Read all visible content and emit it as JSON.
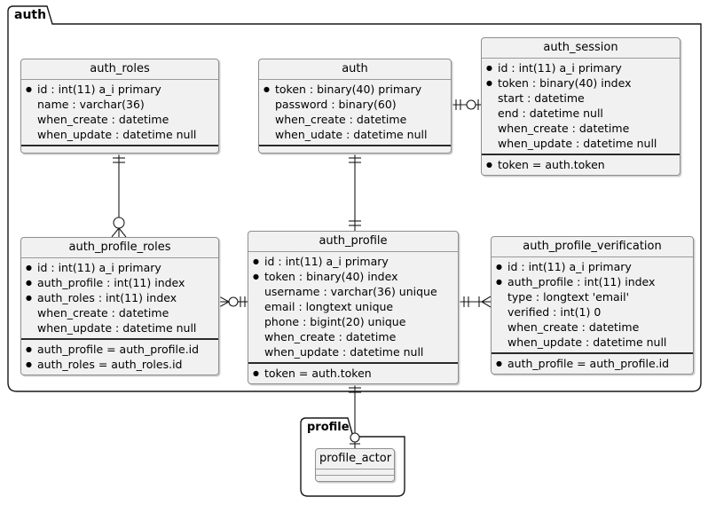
{
  "diagram": {
    "bg_color": "#FFFFFF",
    "table_fill": "#F1F1F1",
    "table_border": "#8E8E8E",
    "line_color": "#181818",
    "key_bullet_glyph": "●"
  },
  "frames": {
    "auth": {
      "label": "auth"
    },
    "profile": {
      "label": "profile"
    }
  },
  "tables": {
    "auth_roles": {
      "title": "auth_roles",
      "fields": [
        {
          "key": true,
          "text": "id : int(11) a_i primary"
        },
        {
          "key": false,
          "text": "name : varchar(36)"
        },
        {
          "key": false,
          "text": "when_create : datetime"
        },
        {
          "key": false,
          "text": "when_update : datetime null"
        }
      ],
      "constraints": []
    },
    "auth": {
      "title": "auth",
      "fields": [
        {
          "key": true,
          "text": "token : binary(40) primary"
        },
        {
          "key": false,
          "text": "password : binary(60)"
        },
        {
          "key": false,
          "text": "when_create : datetime"
        },
        {
          "key": false,
          "text": "when_udate : datetime null"
        }
      ],
      "constraints": []
    },
    "auth_session": {
      "title": "auth_session",
      "fields": [
        {
          "key": true,
          "text": "id : int(11) a_i primary"
        },
        {
          "key": true,
          "text": "token : binary(40) index"
        },
        {
          "key": false,
          "text": "start : datetime"
        },
        {
          "key": false,
          "text": "end : datetime null"
        },
        {
          "key": false,
          "text": "when_create : datetime"
        },
        {
          "key": false,
          "text": "when_update : datetime null"
        }
      ],
      "constraints": [
        {
          "key": true,
          "text": "token = auth.token"
        }
      ]
    },
    "auth_profile_roles": {
      "title": "auth_profile_roles",
      "fields": [
        {
          "key": true,
          "text": "id : int(11) a_i primary"
        },
        {
          "key": true,
          "text": "auth_profile : int(11) index"
        },
        {
          "key": true,
          "text": "auth_roles : int(11) index"
        },
        {
          "key": false,
          "text": "when_create : datetime"
        },
        {
          "key": false,
          "text": "when_update : datetime null"
        }
      ],
      "constraints": [
        {
          "key": true,
          "text": "auth_profile = auth_profile.id"
        },
        {
          "key": true,
          "text": "auth_roles = auth_roles.id"
        }
      ]
    },
    "auth_profile": {
      "title": "auth_profile",
      "fields": [
        {
          "key": true,
          "text": "id : int(11) a_i primary"
        },
        {
          "key": true,
          "text": "token : binary(40) index"
        },
        {
          "key": false,
          "text": "username : varchar(36) unique"
        },
        {
          "key": false,
          "text": "email : longtext unique"
        },
        {
          "key": false,
          "text": "phone : bigint(20) unique"
        },
        {
          "key": false,
          "text": "when_create : datetime"
        },
        {
          "key": false,
          "text": "when_update : datetime null"
        }
      ],
      "constraints": [
        {
          "key": true,
          "text": "token = auth.token"
        }
      ]
    },
    "auth_profile_verification": {
      "title": "auth_profile_verification",
      "fields": [
        {
          "key": true,
          "text": "id : int(11) a_i primary"
        },
        {
          "key": true,
          "text": "auth_profile : int(11) index"
        },
        {
          "key": false,
          "text": "type : longtext 'email'"
        },
        {
          "key": false,
          "text": "verified : int(1) 0"
        },
        {
          "key": false,
          "text": "when_create : datetime"
        },
        {
          "key": false,
          "text": "when_update : datetime null"
        }
      ],
      "constraints": [
        {
          "key": true,
          "text": "auth_profile = auth_profile.id"
        }
      ]
    },
    "profile_actor": {
      "title": "profile_actor",
      "fields": [],
      "constraints": []
    }
  },
  "relationships": [
    {
      "from": "auth_roles",
      "to": "auth_profile_roles",
      "from_end": "exactly-one",
      "to_end": "zero-or-many"
    },
    {
      "from": "auth",
      "to": "auth_profile",
      "from_end": "exactly-one",
      "to_end": "exactly-one"
    },
    {
      "from": "auth",
      "to": "auth_session",
      "from_end": "exactly-one",
      "to_end": "zero-or-one"
    },
    {
      "from": "auth_profile",
      "to": "auth_profile_roles",
      "from_end": "exactly-one",
      "to_end": "zero-or-many"
    },
    {
      "from": "auth_profile",
      "to": "auth_profile_verification",
      "from_end": "exactly-one",
      "to_end": "one-or-many"
    },
    {
      "from": "auth_profile",
      "to": "profile_actor",
      "from_end": "exactly-one",
      "to_end": "zero-or-one"
    }
  ]
}
